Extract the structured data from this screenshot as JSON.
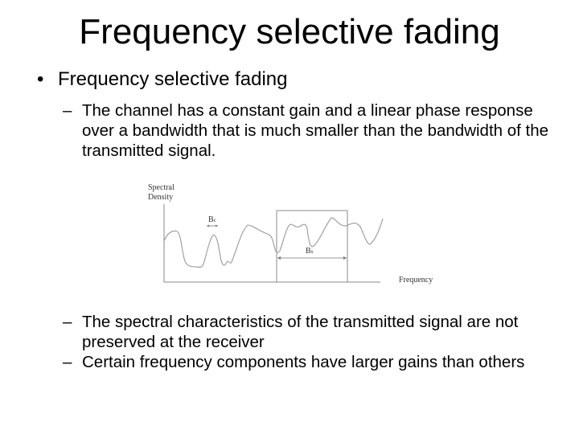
{
  "slide": {
    "title": "Frequency selective fading",
    "bullet": {
      "marker": "•",
      "text": "Frequency selective fading"
    },
    "sub_bullets": [
      {
        "marker": "–",
        "text": "The channel has a constant gain and a linear phase response over a bandwidth that is much smaller than the bandwidth of the transmitted signal."
      },
      {
        "marker": "–",
        "text": "The spectral characteristics of the transmitted signal are not preserved at the receiver"
      },
      {
        "marker": "–",
        "text": "Certain frequency components have larger gains than others"
      }
    ]
  },
  "figure": {
    "y_label_line1": "Spectral",
    "y_label_line2": "Density",
    "x_label": "Frequency",
    "bc_label": "B",
    "bc_sub": "c",
    "bs_label": "B",
    "bs_sub": "s",
    "line_color": "#777777"
  }
}
